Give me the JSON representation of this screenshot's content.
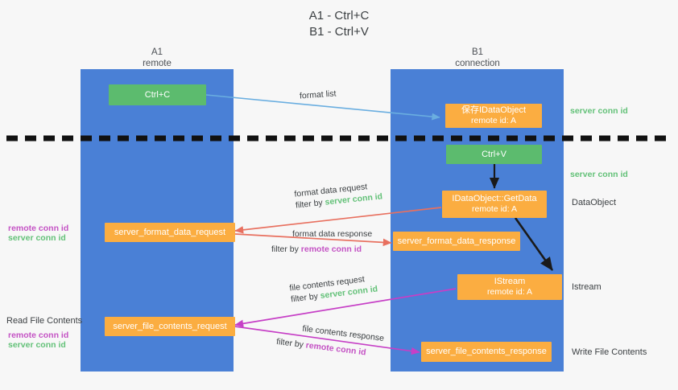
{
  "title": {
    "line1": "A1 - Ctrl+C",
    "line2": "B1 - Ctrl+V"
  },
  "columns": [
    {
      "name": "A1",
      "role": "remote"
    },
    {
      "name": "B1",
      "role": "connection"
    }
  ],
  "nodes": {
    "ctrl_c": {
      "label": "Ctrl+C"
    },
    "ctrl_v": {
      "label": "Ctrl+V"
    },
    "save_dataobject": {
      "line1": "保存IDataObject",
      "line2": "remote id: A"
    },
    "getdata": {
      "line1": "IDataObject::GetData",
      "line2": "remote id: A"
    },
    "istream": {
      "line1": "IStream",
      "line2": "remote id: A"
    },
    "fmt_req": {
      "label": "server_format_data_request"
    },
    "fmt_resp": {
      "label": "server_format_data_response"
    },
    "file_req": {
      "label": "server_file_contents_request"
    },
    "file_resp": {
      "label": "server_file_contents_response"
    }
  },
  "edges": {
    "format_list": {
      "line1": "format list"
    },
    "format_data_request": {
      "line1": "format data request",
      "filter_prefix": "filter by ",
      "filter_key": "server conn id"
    },
    "format_data_response": {
      "line1": "format data response",
      "filter_prefix": "filter by ",
      "filter_key": "remote conn id"
    },
    "file_contents_request": {
      "line1": "file contents request",
      "filter_prefix": "filter by ",
      "filter_key": "server conn id"
    },
    "file_contents_response": {
      "line1": "file contents response",
      "filter_prefix": "filter by ",
      "filter_key": "remote conn id"
    }
  },
  "annotations": {
    "right_server_conn_top": "server conn id",
    "right_server_conn_mid": "server conn id",
    "right_dataobject": "DataObject",
    "right_istream": "Istream",
    "right_write_file": "Write File Contents",
    "left_remote_conn_mid": "remote conn id",
    "left_server_conn_mid": "server conn id",
    "left_read_file": "Read File Contents",
    "left_remote_conn_bot": "remote conn id",
    "left_server_conn_bot": "server conn id"
  },
  "colors": {
    "lane": "#4a80d6",
    "green_box": "#5cbb6e",
    "orange_box": "#fbad41",
    "server_conn_text": "#63c178",
    "remote_conn_text": "#c452c4",
    "arrow_blue": "#6aaee0",
    "arrow_black": "#1a1a1a",
    "arrow_red": "#e8705f",
    "arrow_magenta": "#c63fc6",
    "background": "#f7f7f7"
  }
}
